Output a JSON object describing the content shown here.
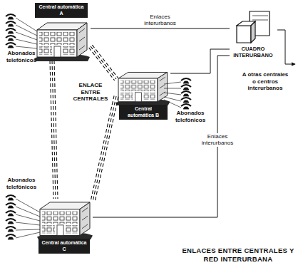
{
  "diagram": {
    "caption": "ENLACES ENTRE CENTRALES Y RED INTERURBANA",
    "nodes": [
      {
        "text": [
          "Central automática A"
        ]
      },
      {
        "text": [
          "Central automática B"
        ]
      },
      {
        "text": [
          "Central automática C"
        ]
      },
      {
        "text": [
          "CUADRO INTERURBANO"
        ]
      }
    ],
    "edges": [
      {
        "from": 0,
        "to": 1,
        "arrow": "none"
      },
      {
        "from": 0,
        "to": 2,
        "arrow": "none"
      },
      {
        "from": 1,
        "to": 2,
        "arrow": "none"
      },
      {
        "from": 0,
        "to": 3,
        "label": "Enlaces interurbanos",
        "arrow": "none"
      },
      {
        "from": 2,
        "to": 3,
        "label": "Enlaces interurbanos",
        "arrow": "none"
      },
      {
        "from": 1,
        "to": 3,
        "arrow": "none"
      }
    ],
    "labels": [
      "Abonados telefónicos",
      "ENLACE ENTRE CENTRALES",
      "Abonados telefónicos",
      "A otras centrales o centros interurbanos",
      "Abonados telefónicos"
    ]
  }
}
